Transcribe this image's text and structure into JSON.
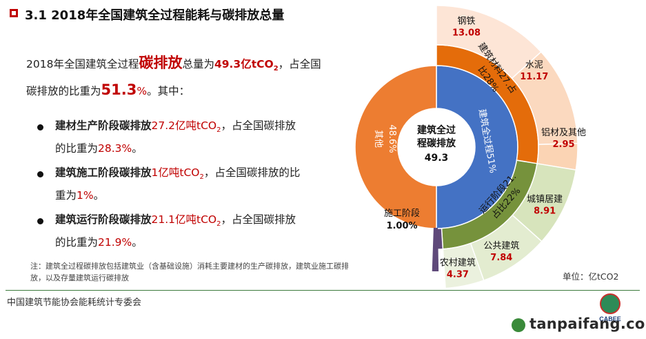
{
  "title": "3.1  2018年全国建筑全过程能耗与碳排放总量",
  "intro": {
    "part1": "2018年全国建筑全过程",
    "highlight1": "碳排放",
    "part2": "总量为",
    "value1": "49.3亿tCO",
    "sub1": "2",
    "part3": "，占全国",
    "line2a": "碳排放的比重为",
    "value2": "51.3",
    "value2_unit": "%",
    "line2b": "。其中："
  },
  "bullets": [
    {
      "prefix": "建材生产阶段碳排放",
      "value": "27.2亿吨tCO",
      "sub": "2",
      "suffix": "，占全国碳排放",
      "line2a": "的比重为",
      "pct": "28.3%",
      "line2b": "。"
    },
    {
      "prefix": "建筑施工阶段碳排放",
      "value": "1亿吨tCO",
      "sub": "2",
      "suffix": "，占全国碳排放的比",
      "line2a": "重为",
      "pct": "1%",
      "line2b": "。"
    },
    {
      "prefix": "建筑运行阶段碳排放",
      "value": "21.1亿吨tCO",
      "sub": "2",
      "suffix": "，占全国碳排放",
      "line2a": "的比重为",
      "pct": "21.9%",
      "line2b": "。"
    }
  ],
  "note": "注：建筑全过程碳排放包括建筑业（含基础设施）消耗主要建材的生产碳排放，建筑业施工碳排放，以及存量建筑运行碳排放",
  "footer": "中国建筑节能协会能耗统计专委会",
  "unit_label": "单位：亿tCO2",
  "watermark": "tanpaifang.com",
  "logo_text": "CABEE",
  "chart_data": {
    "type": "sunburst",
    "center": {
      "label_line1": "建筑全过",
      "label_line2": "程碳排放",
      "value": "49.3"
    },
    "inner": [
      {
        "name_line1": "建筑全过程51%",
        "value": 49.3,
        "color": "#4472c4"
      },
      {
        "name_line1": "其他",
        "name_line2": "48.6%",
        "value": 46.8,
        "color": "#ed7d31"
      }
    ],
    "middle": [
      {
        "name_line1": "建筑材料27.占",
        "name_line2": "比28%",
        "value": 27.2,
        "color": "#e46c0a"
      },
      {
        "name_line1": "运行阶段21.",
        "name_line2": "占比22%",
        "value": 21.1,
        "color": "#76923c"
      },
      {
        "name_line1": "",
        "value": 1.0,
        "color": "#5f497a"
      }
    ],
    "outer": [
      {
        "name": "钢铁",
        "value": 13.08,
        "value_label": "13.08",
        "color": "#fde5d6"
      },
      {
        "name": "水泥",
        "value": 11.17,
        "value_label": "11.17",
        "color": "#fbd9bf"
      },
      {
        "name": "铝材及其他",
        "value": 2.95,
        "value_label": "2.95",
        "color": "#fbd4b4"
      },
      {
        "name": "城镇居建",
        "value": 8.91,
        "value_label": "8.91",
        "color": "#d7e4bc"
      },
      {
        "name": "公共建筑",
        "value": 7.84,
        "value_label": "7.84",
        "color": "#e3ecd0"
      },
      {
        "name": "农村建筑",
        "value": 4.37,
        "value_label": "4.37",
        "color": "#ebf1de"
      },
      {
        "name": "施工阶段",
        "value": 1.0,
        "value_label": "1.00%",
        "color": "#5f497a"
      }
    ]
  }
}
